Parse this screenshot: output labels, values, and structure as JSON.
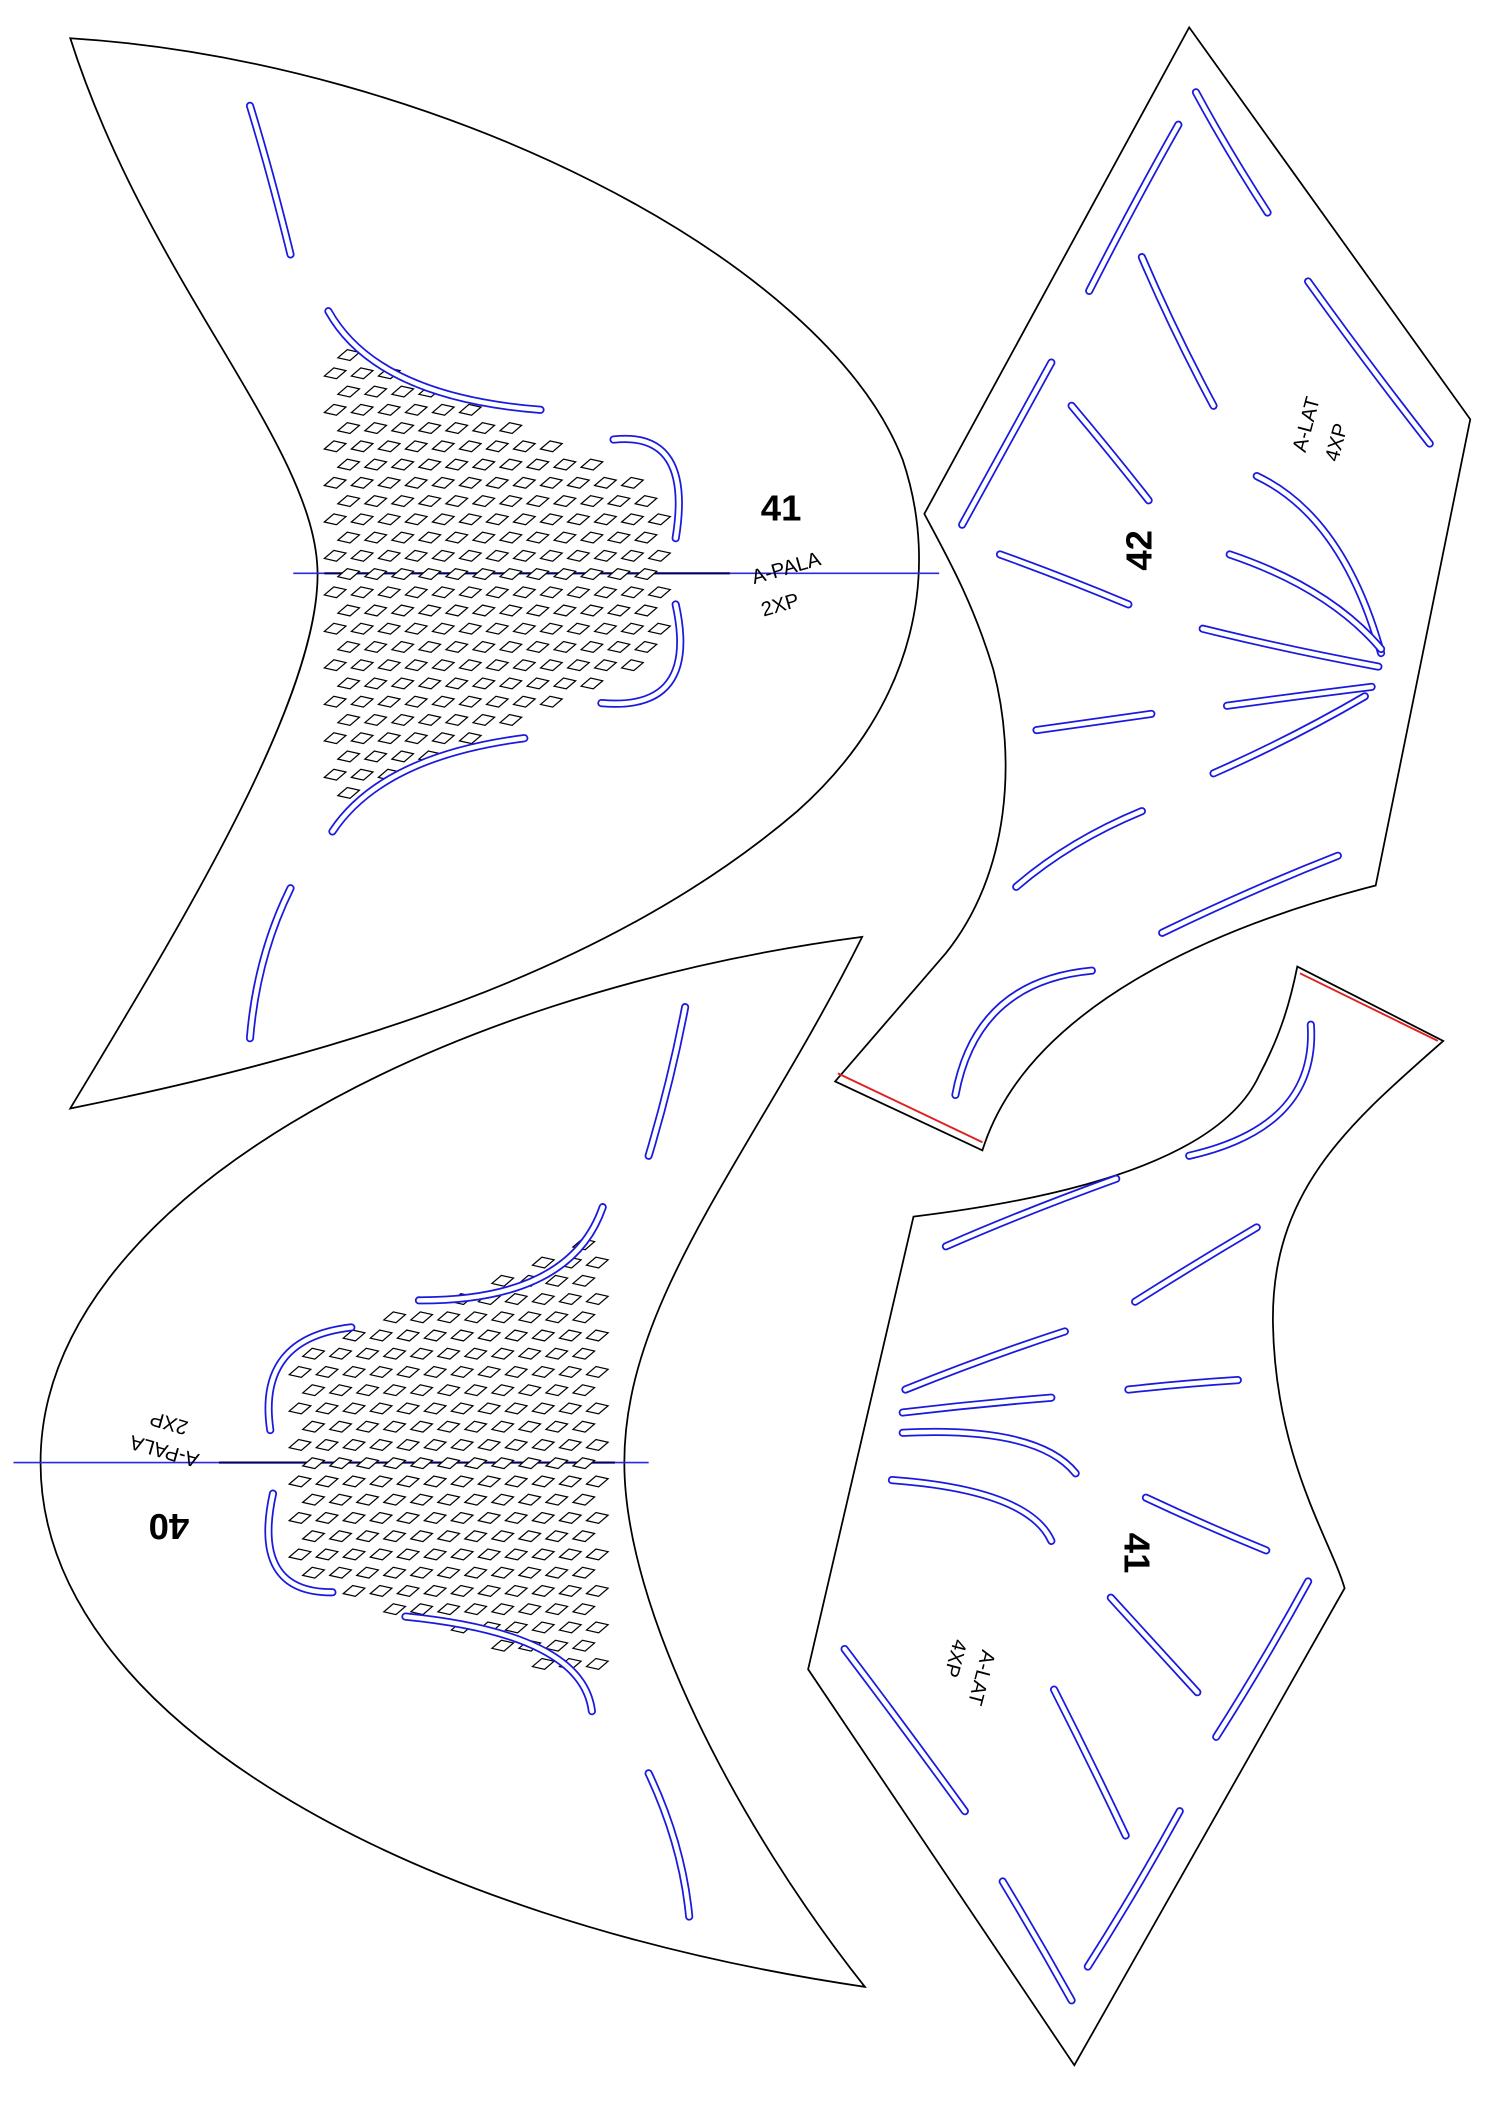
{
  "title": "Shoe upper cutting pattern",
  "pieces": [
    {
      "id": "piece-41-a-pala",
      "size": "41",
      "name": "A-PALA",
      "qty": "2XP"
    },
    {
      "id": "piece-42-a-lat",
      "size": "42",
      "name": "A-LAT",
      "qty": "4XP"
    },
    {
      "id": "piece-40-a-pala",
      "size": "40",
      "name": "A-PALA",
      "qty": "2XP"
    },
    {
      "id": "piece-41-a-lat",
      "size": "41",
      "name": "A-LAT",
      "qty": "4XP"
    }
  ],
  "colors": {
    "outline": "#000000",
    "slot": "#1a1adf",
    "axis": "#2a2ae0",
    "edge_mark": "#e02020"
  }
}
